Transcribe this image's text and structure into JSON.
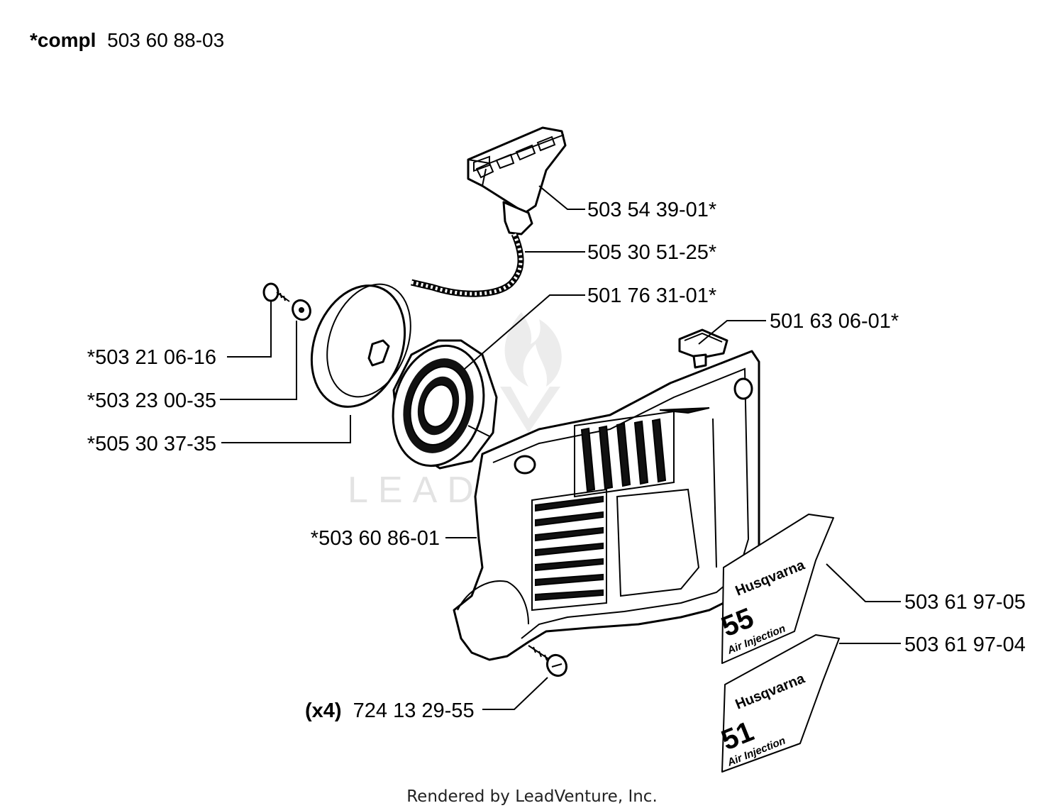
{
  "header": {
    "prefix": "*compl",
    "part_number": "503 60 88-03"
  },
  "callouts": [
    {
      "id": "starter-handle",
      "text": "503 54 39-01*"
    },
    {
      "id": "starter-rope",
      "text": "505 30 51-25*"
    },
    {
      "id": "recoil-spring",
      "text": "501 76 31-01*"
    },
    {
      "id": "grommet",
      "text": "501 63 06-01*"
    },
    {
      "id": "pulley-screw",
      "text": "*503 21 06-16"
    },
    {
      "id": "washer",
      "text": "*503 23 00-35"
    },
    {
      "id": "rope-pulley",
      "text": "*505 30 37-35"
    },
    {
      "id": "starter-housing",
      "text": "*503 60 86-01"
    },
    {
      "id": "decal-55",
      "text": "503 61 97-05"
    },
    {
      "id": "decal-51",
      "text": "503 61 97-04"
    },
    {
      "id": "housing-screw",
      "qty": "(x4)",
      "text": "724 13 29-55"
    }
  ],
  "decals": [
    {
      "brand": "Husqvarna",
      "model": "55",
      "tagline": "Air Injection"
    },
    {
      "brand": "Husqvarna",
      "model": "51",
      "tagline": "Air Injection"
    }
  ],
  "watermark": "LEADVENTURE",
  "footer": {
    "text": "Rendered by LeadVenture, Inc."
  }
}
